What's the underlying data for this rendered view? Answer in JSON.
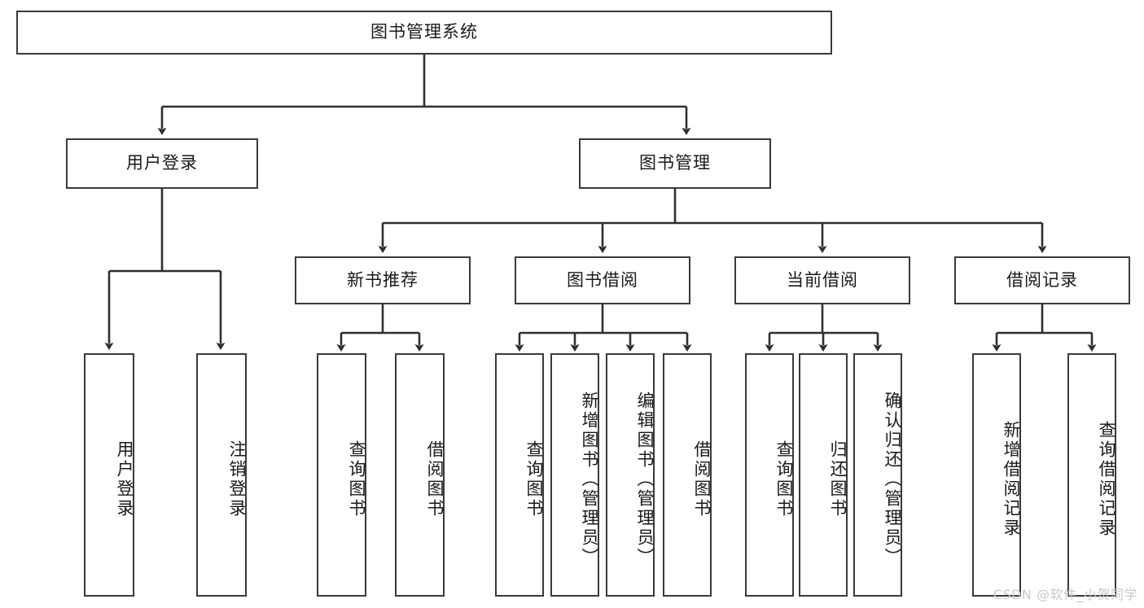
{
  "diagram": {
    "type": "tree",
    "title": "图书管理系统",
    "watermark": "CSDN @软件_小贺同学",
    "colors": {
      "box_border": "#3a3a3a",
      "box_fill": "#ffffff",
      "edge": "#2f2f2f",
      "text": "#1a1a1a",
      "watermark": "#c9c9c9"
    },
    "nodes": {
      "root": {
        "label": "图书管理系统"
      },
      "level2": [
        {
          "id": "user-login",
          "label": "用户登录"
        },
        {
          "id": "book-manage",
          "label": "图书管理"
        }
      ],
      "level3": [
        {
          "id": "new-book-recommend",
          "label": "新书推荐"
        },
        {
          "id": "book-borrow",
          "label": "图书借阅"
        },
        {
          "id": "current-borrow",
          "label": "当前借阅"
        },
        {
          "id": "borrow-record",
          "label": "借阅记录"
        }
      ],
      "leaves": [
        {
          "id": "leaf-user-login",
          "label": "用户登录",
          "parent": "user-login"
        },
        {
          "id": "leaf-logout-login",
          "label": "注销登录",
          "parent": "user-login"
        },
        {
          "id": "leaf-query-book-1",
          "label": "查询图书",
          "parent": "new-book-recommend"
        },
        {
          "id": "leaf-borrow-book-1",
          "label": "借阅图书",
          "parent": "new-book-recommend"
        },
        {
          "id": "leaf-query-book-2",
          "label": "查询图书",
          "parent": "book-borrow"
        },
        {
          "id": "leaf-add-book",
          "label": "新增图书（管理员）",
          "parent": "book-borrow"
        },
        {
          "id": "leaf-edit-book",
          "label": "编辑图书（管理员）",
          "parent": "book-borrow"
        },
        {
          "id": "leaf-borrow-book-2",
          "label": "借阅图书",
          "parent": "book-borrow"
        },
        {
          "id": "leaf-query-book-3",
          "label": "查询图书",
          "parent": "current-borrow"
        },
        {
          "id": "leaf-return-book",
          "label": "归还图书",
          "parent": "current-borrow"
        },
        {
          "id": "leaf-confirm-return",
          "label": "确认归还（管理员）",
          "parent": "current-borrow"
        },
        {
          "id": "leaf-add-record",
          "label": "新增借阅记录",
          "parent": "borrow-record"
        },
        {
          "id": "leaf-query-record",
          "label": "查询借阅记录",
          "parent": "borrow-record"
        }
      ]
    }
  }
}
